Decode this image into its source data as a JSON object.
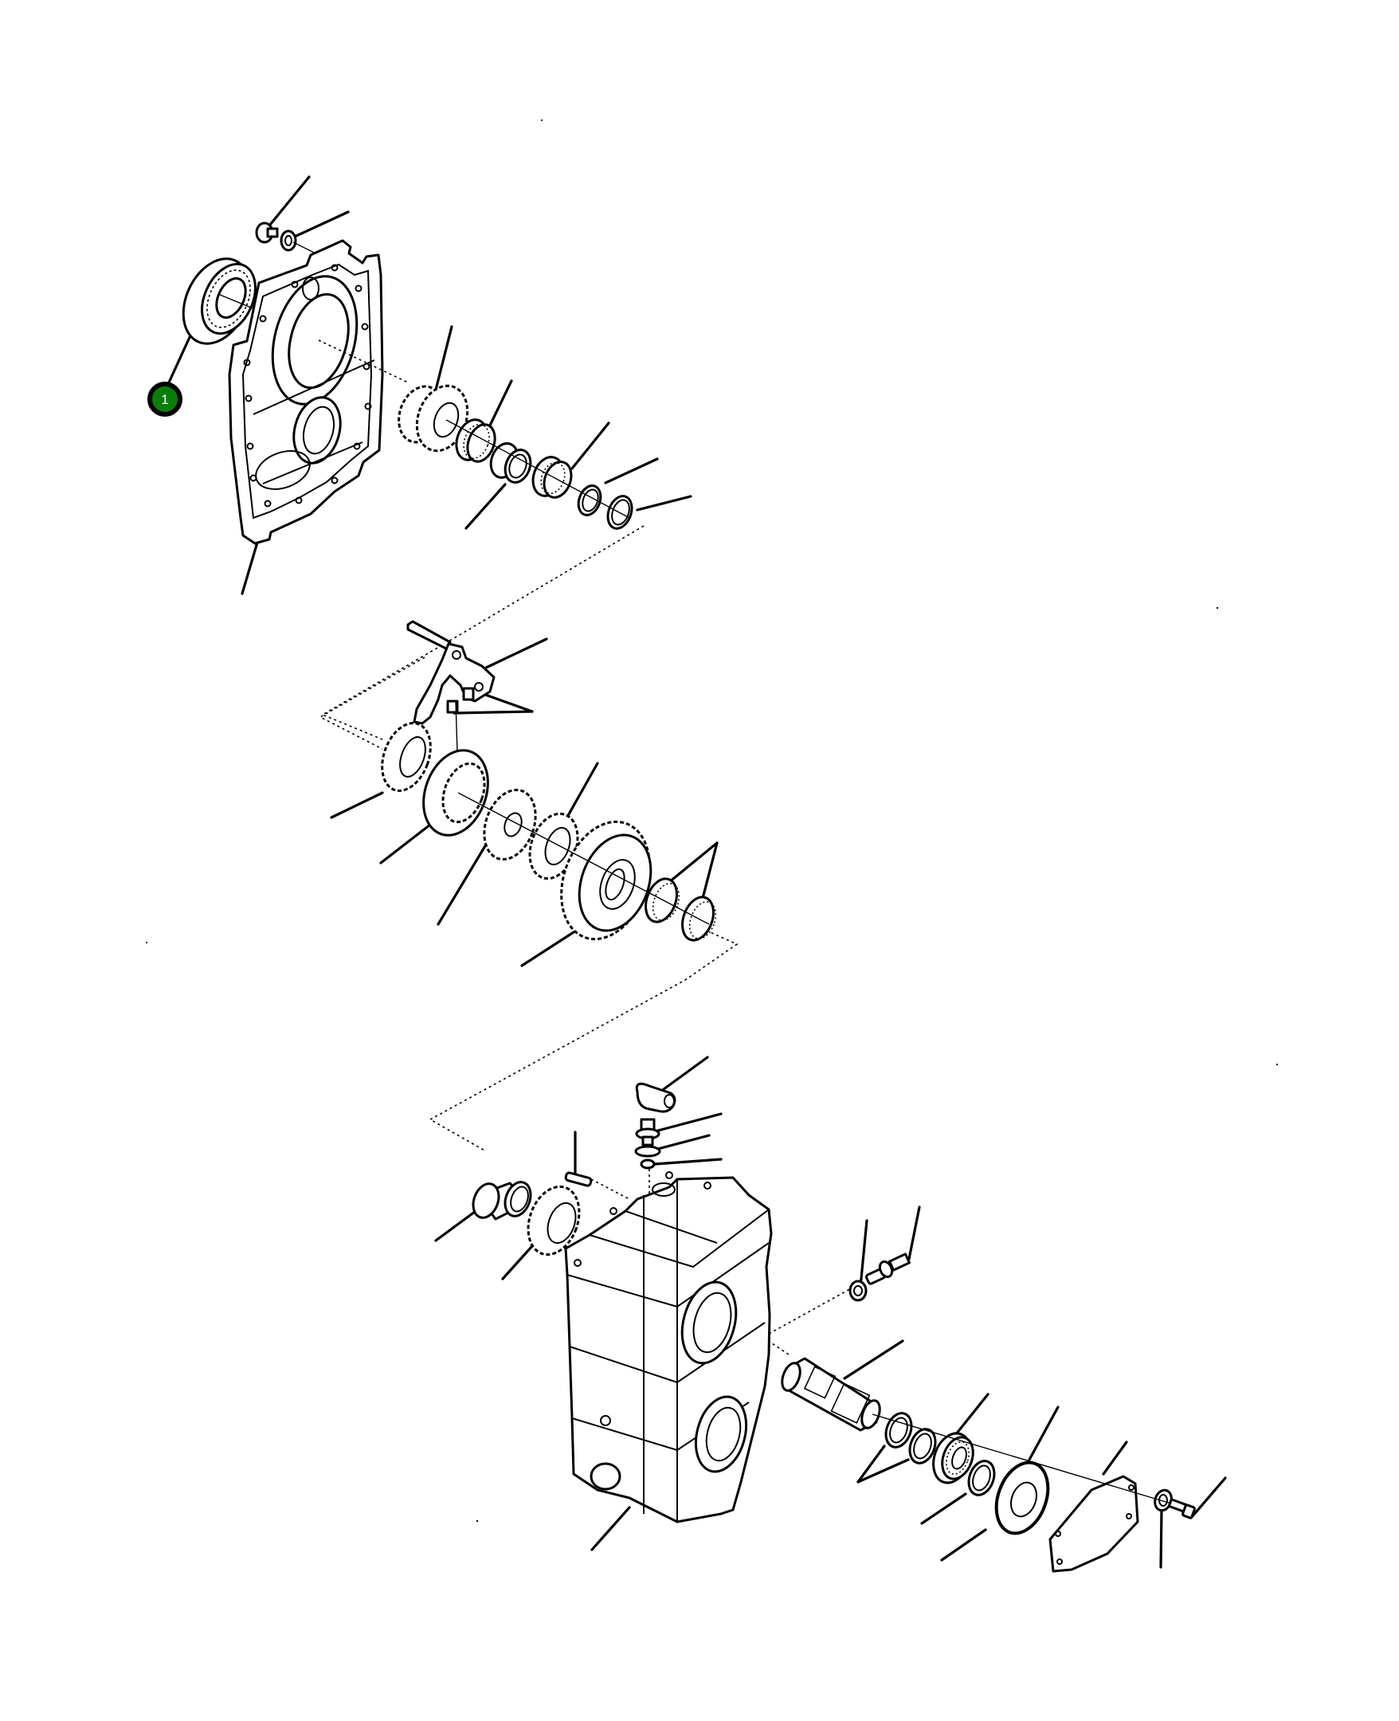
{
  "diagram": {
    "type": "exploded-parts-diagram",
    "subject": "transmission gearbox assembly",
    "background": "#ffffff",
    "line_color": "#000000",
    "groups": [
      {
        "name": "front-cover-group",
        "parts": [
          "bearing",
          "bolt",
          "washer",
          "cover-plate",
          "gear-cluster",
          "needle-bearing",
          "spacer",
          "needle-bearing",
          "snap-ring",
          "thrust-washer"
        ]
      },
      {
        "name": "shift-group",
        "parts": [
          "shift-rod",
          "shift-fork",
          "fork-pads",
          "gear",
          "synchro-sleeve",
          "gear-hub",
          "gear",
          "large-gear",
          "needle-bearing",
          "needle-bearing"
        ]
      },
      {
        "name": "housing-group",
        "parts": [
          "dowel-pin",
          "elbow-fitting",
          "adapter",
          "seal-washer",
          "o-ring",
          "bushing",
          "gear",
          "gearbox-housing",
          "washer",
          "breather-fitting",
          "output-shaft",
          "shim",
          "shim",
          "ball-bearing",
          "seal",
          "gasket",
          "cover-plate",
          "lock-washer",
          "bolt"
        ]
      }
    ]
  },
  "callouts": [
    {
      "label": "1",
      "fill": "#0b7d0b",
      "text_color": "#ffffff",
      "target": "bearing"
    }
  ]
}
